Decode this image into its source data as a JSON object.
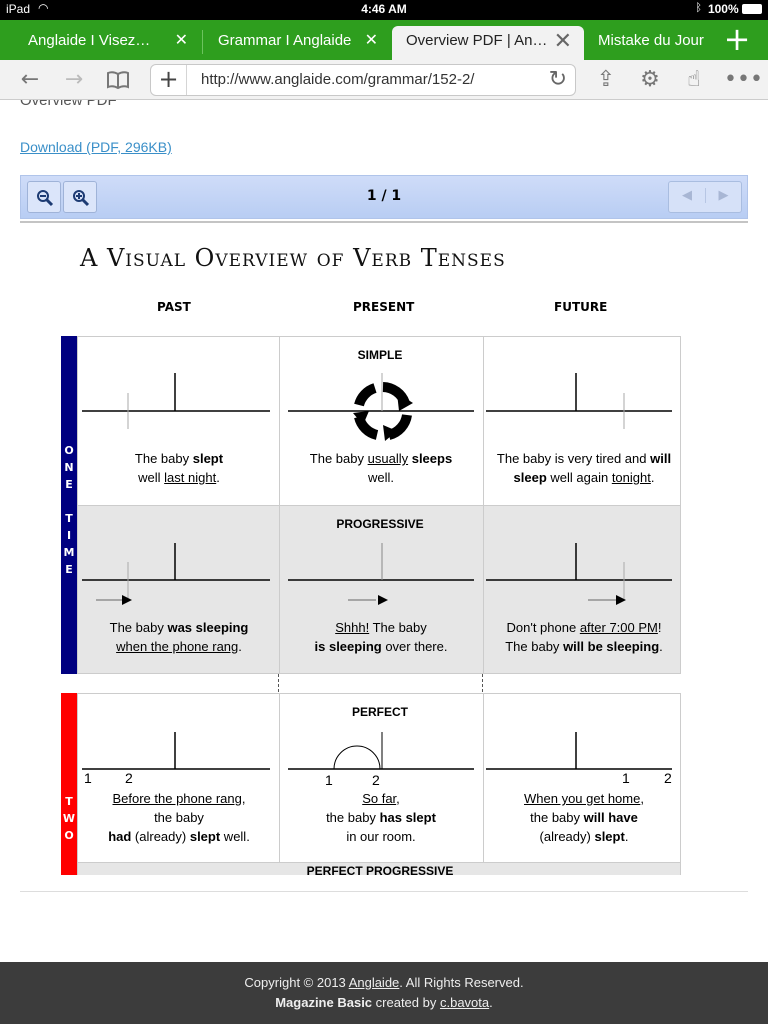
{
  "status": {
    "device": "iPad",
    "time": "4:46 AM",
    "battery": "100%"
  },
  "tabs": [
    {
      "label": "Anglaide I Visez…"
    },
    {
      "label": "Grammar I Anglaide"
    },
    {
      "label": "Overview PDF | An…"
    },
    {
      "label": "Mistake du Jour"
    }
  ],
  "toolbar": {
    "url": "http://www.anglaide.com/grammar/152-2/"
  },
  "page": {
    "cut_title": "Overview PDF",
    "download_link": "Download (PDF, 296KB)"
  },
  "pdf": {
    "page_indicator": "1 / 1"
  },
  "doc": {
    "title": "A Visual Overview of Verb Tenses",
    "col_past": "PAST",
    "col_present": "PRESENT",
    "col_future": "FUTURE",
    "band_one": "ONE TIME",
    "band_two": "TWO",
    "simple": {
      "title": "SIMPLE",
      "past": {
        "a": "The baby ",
        "b": "slept",
        "c": "well ",
        "d": "last night",
        "e": "."
      },
      "present": {
        "a": "The baby ",
        "b": "usually",
        "c": " ",
        "d": "sleeps",
        "e": "well."
      },
      "future": {
        "a": "The baby is very tired and ",
        "b": "will",
        "c": "sleep",
        "d": " well again ",
        "e": "tonight",
        "f": "."
      }
    },
    "progressive": {
      "title": "PROGRESSIVE",
      "past": {
        "a": "The baby ",
        "b": "was sleeping",
        "c": "when the phone rang",
        "d": "."
      },
      "present": {
        "a": "Shhh!",
        "b": "  The baby",
        "c": "is sleeping",
        "d": " over there."
      },
      "future": {
        "a": "Don't phone ",
        "b": "after 7:00 PM",
        "c": "!",
        "d": "The baby ",
        "e": "will be sleeping",
        "f": "."
      }
    },
    "perfect": {
      "title": "PERFECT",
      "labels": {
        "one": "1",
        "two": "2"
      },
      "past": {
        "a": "Before the phone rang",
        "b": ",",
        "c": "the baby",
        "d": "had",
        "e": " (already) ",
        "f": "slept",
        "g": " well."
      },
      "present": {
        "a": "So far",
        "b": ",",
        "c": "the baby ",
        "d": "has slept",
        "e": "in our room."
      },
      "future": {
        "a": "When you get home",
        "b": ",",
        "c": "the baby ",
        "d": "will have",
        "e": "(already) ",
        "f": "slept",
        "g": "."
      }
    },
    "perfect_progressive": {
      "title": "PERFECT PROGRESSIVE"
    }
  },
  "footer": {
    "line1_a": "Copyright © 2013 ",
    "line1_link": "Anglaide",
    "line1_b": ". All Rights Reserved.",
    "line2_a": "Magazine Basic",
    "line2_b": " created by ",
    "line2_link": "c.bavota",
    "line2_c": "."
  },
  "colors": {
    "tabbar": "#2e9e1e",
    "band_one": "#000080",
    "band_two": "#ff0000",
    "link": "#3a8fc8",
    "footer": "#3c3c3c"
  }
}
